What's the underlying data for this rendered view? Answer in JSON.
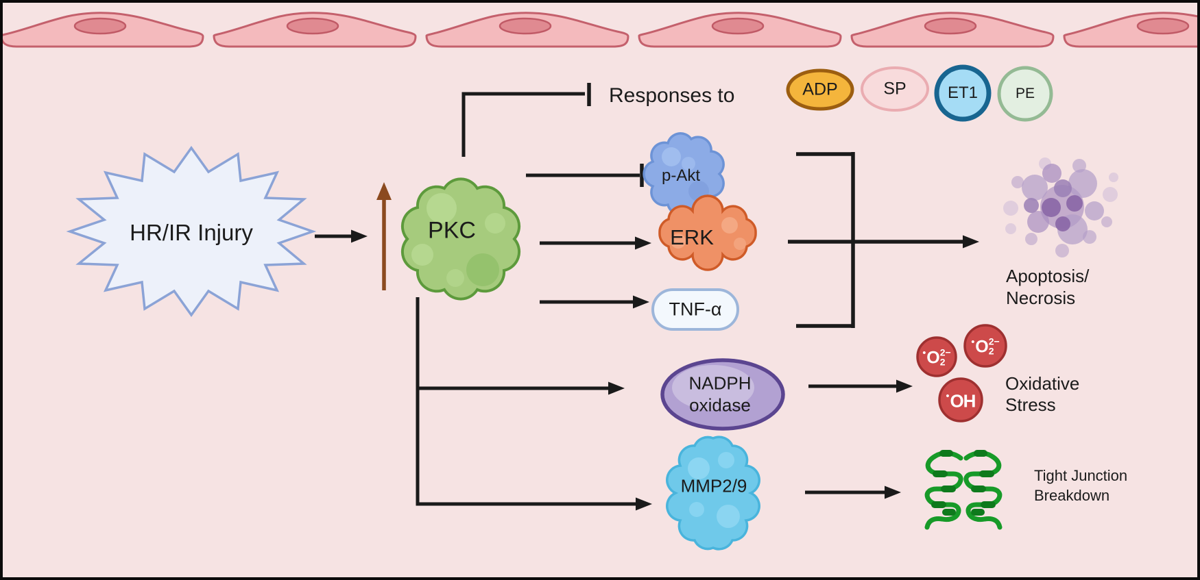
{
  "nodes": {
    "injury": {
      "label": "HR/IR Injury"
    },
    "pkc": {
      "label": "PKC"
    },
    "responses": {
      "label": "Responses to"
    },
    "stimuli": [
      {
        "label": "ADP",
        "fill": "#f4b53c",
        "border": "#9c5e10"
      },
      {
        "label": "SP",
        "fill": "#f8dbdc",
        "border": "#eaacb1"
      },
      {
        "label": "ET1",
        "fill": "#a5dcf5",
        "border": "#186590"
      },
      {
        "label": "PE",
        "fill": "#e3efe1",
        "border": "#94ba94"
      }
    ],
    "p_akt": {
      "label": "p-Akt"
    },
    "erk": {
      "label": "ERK"
    },
    "tnf": {
      "label": "TNF-α"
    },
    "apoptosis": {
      "line1": "Apoptosis/",
      "line2": "Necrosis"
    },
    "nadph": {
      "line1": "NADPH",
      "line2": "oxidase"
    },
    "superoxide": {
      "dot": "•",
      "base": "O",
      "sub": "2",
      "sup": "2−"
    },
    "hydroxyl": {
      "dot": "•",
      "base": "OH"
    },
    "oxidative": {
      "line1": "Oxidative",
      "line2": "Stress"
    },
    "mmp": {
      "label": "MMP2/9"
    },
    "tight_junction": {
      "line1": "Tight Junction",
      "line2": "Breakdown"
    }
  },
  "colors": {
    "background": "#f6e3e3",
    "frame": "#0b0b0b",
    "cell_fill": "#f4babd",
    "cell_border": "#c4606c",
    "nucleus_fill": "#e08a91",
    "star_fill": "#edf1fa",
    "star_border": "#8ba3d6",
    "pkc_fill": "#a6cb7d",
    "pkc_border": "#5d9a3c",
    "upregulation_arrow": "#8b4a1f",
    "p_akt_fill": "#8cabe6",
    "p_akt_border": "#6d93d6",
    "erk_fill": "#ef9166",
    "erk_border": "#cf5b28",
    "tnf_fill": "#f3f8fd",
    "tnf_border": "#9db6da",
    "apoptosis_purple": "#9a7fb5",
    "nadph_fill": "#b2a1d2",
    "nadph_border": "#5b4590",
    "radical_fill": "#cd4a4a",
    "radical_border": "#9e3030",
    "mmp_fill": "#6fc9ea",
    "mmp_border": "#49b4dc",
    "tight_junction_green": "#179a28",
    "line": "#1a1a1a"
  }
}
